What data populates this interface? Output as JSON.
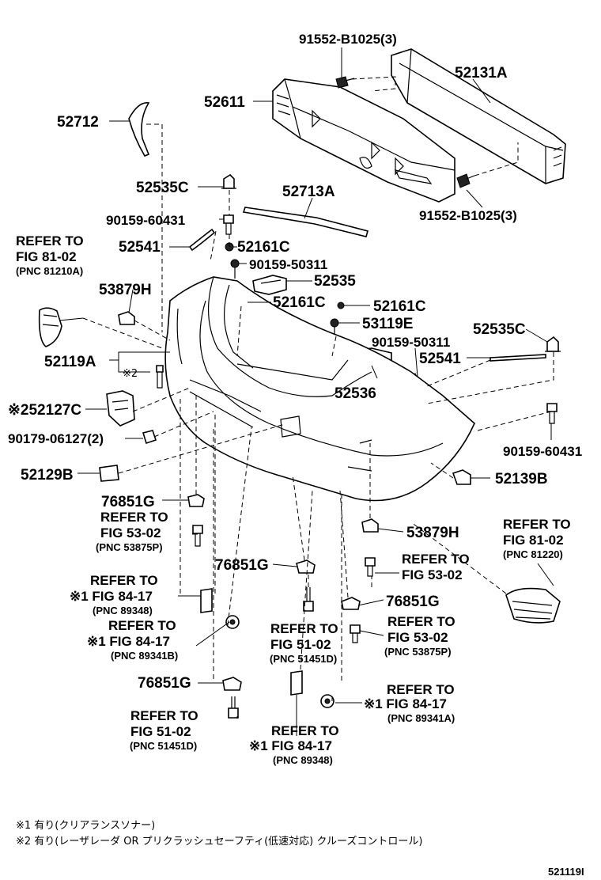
{
  "labels": {
    "l_91552_top": "91552-B1025(3)",
    "l_52131A": "52131A",
    "l_52611": "52611",
    "l_52712": "52712",
    "l_52535C_a": "52535C",
    "l_52713A": "52713A",
    "l_90159_60431_a": "90159-60431",
    "l_91552_right": "91552-B1025(3)",
    "l_refer_8102_a_1": "REFER TO",
    "l_refer_8102_a_2": "FIG 81-02",
    "l_refer_8102_a_3": "(PNC 81210A)",
    "l_52541_a": "52541",
    "l_52161C_a": "52161C",
    "l_90159_50311_a": "90159-50311",
    "l_52535": "52535",
    "l_53879H_a": "53879H",
    "l_52161C_b": "52161C",
    "l_52161C_c": "52161C",
    "l_53119E": "53119E",
    "l_52535C_b": "52535C",
    "l_90159_50311_b": "90159-50311",
    "l_52541_b": "52541",
    "l_52119A": "52119A",
    "l_mark2_a": "※2",
    "l_52536": "52536",
    "l_52127C": "※252127C",
    "l_90179": "90179-06127(2)",
    "l_90159_60431_b": "90159-60431",
    "l_52129B": "52129B",
    "l_52139B": "52139B",
    "l_76851G_a": "76851G",
    "l_refer_5302_a_1": "REFER TO",
    "l_refer_5302_a_2": "FIG 53-02",
    "l_refer_5302_a_3": "(PNC 53875P)",
    "l_53879H_b": "53879H",
    "l_refer_8102_b_1": "REFER TO",
    "l_refer_8102_b_2": "FIG 81-02",
    "l_refer_8102_b_3": "(PNC 81220)",
    "l_refer_5302_b_1": "REFER TO",
    "l_refer_5302_b_2": "FIG 53-02",
    "l_76851G_b": "76851G",
    "l_refer_8417_a_1": "REFER TO",
    "l_refer_8417_a_2": "※1 FIG 84-17",
    "l_refer_8417_a_3": "(PNC 89348)",
    "l_76851G_c": "76851G",
    "l_refer_8417_b_1": "REFER TO",
    "l_refer_8417_b_2": "※1 FIG 84-17",
    "l_refer_8417_b_3": "(PNC 89341B)",
    "l_refer_5102_a_1": "REFER TO",
    "l_refer_5102_a_2": "FIG 51-02",
    "l_refer_5102_a_3": "(PNC 51451D)",
    "l_refer_5302_c_1": "REFER TO",
    "l_refer_5302_c_2": "FIG 53-02",
    "l_refer_5302_c_3": "(PNC 53875P)",
    "l_76851G_d": "76851G",
    "l_refer_8417_c_1": "REFER TO",
    "l_refer_8417_c_2": "※1 FIG 84-17",
    "l_refer_8417_c_3": "(PNC 89341A)",
    "l_refer_5102_b_1": "REFER TO",
    "l_refer_5102_b_2": "FIG 51-02",
    "l_refer_5102_b_3": "(PNC 51451D)",
    "l_refer_8417_d_1": "REFER TO",
    "l_refer_8417_d_2": "※1 FIG 84-17",
    "l_refer_8417_d_3": "(PNC 89348)"
  },
  "footnotes": {
    "note1": "※1 有り(クリアランスソナー)",
    "note2": "※2 有り(レーザレーダ OR プリクラッシュセーフティ(低速対応) クルーズコントロール)"
  },
  "figure_id": "521119I"
}
